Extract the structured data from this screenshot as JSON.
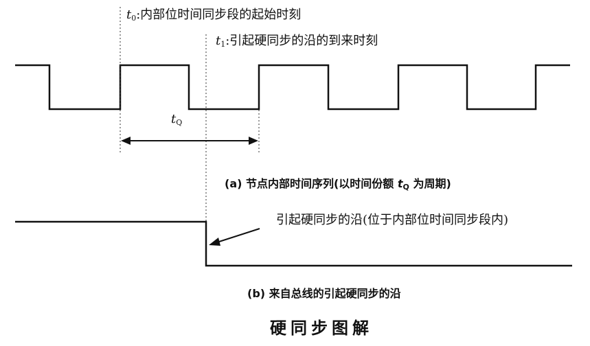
{
  "annotations": {
    "t0": {
      "symbol": "t",
      "sub": "0",
      "text": ":内部位时间同步段的起始时刻"
    },
    "t1": {
      "symbol": "t",
      "sub": "1",
      "text": ":引起硬同步的沿的到来时刻"
    },
    "tq": {
      "symbol": "t",
      "sub": "Q"
    },
    "edge": "引起硬同步的沿(位于内部位时间同步段内)"
  },
  "captions": {
    "a_prefix": "(a) 节点内部时间序列(以时间份额 ",
    "a_symbol": "t",
    "a_sub": "Q",
    "a_suffix": " 为周期)",
    "b": "(b) 来自总线的引起硬同步的沿"
  },
  "title": "硬同步图解",
  "colors": {
    "ink": "#111111",
    "background": "#ffffff"
  }
}
